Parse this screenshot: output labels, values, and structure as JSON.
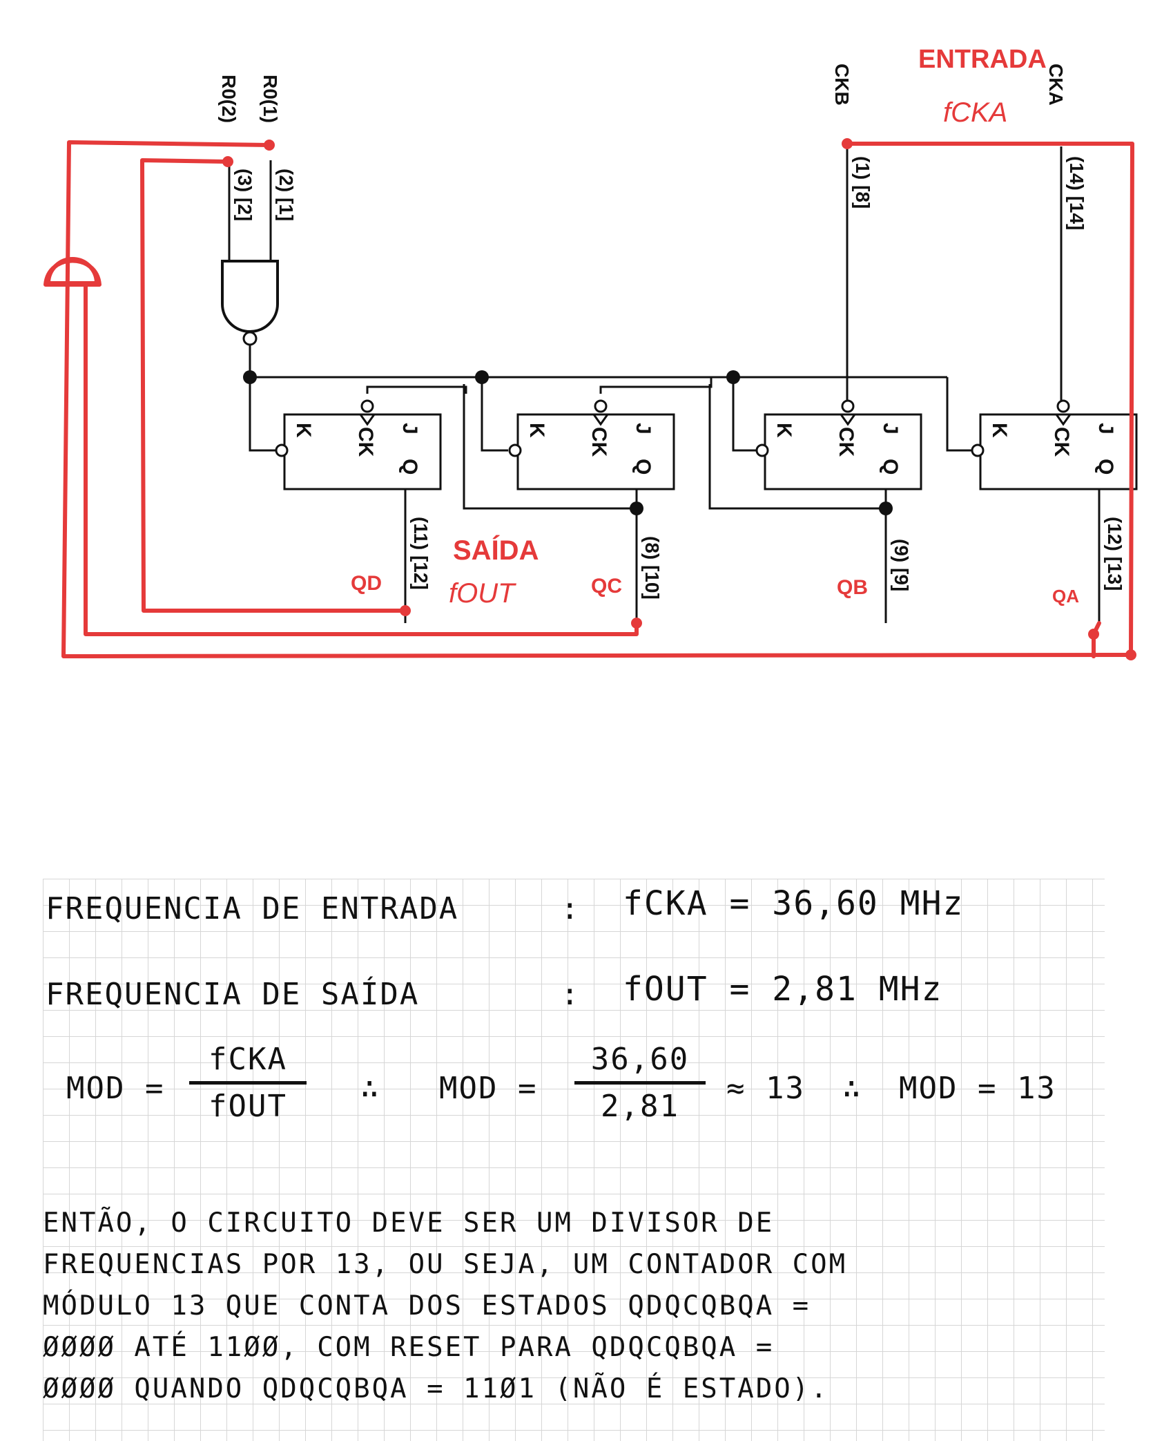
{
  "circuit": {
    "top_labels": {
      "r01": "R0(1)",
      "r02": "R0(2)",
      "ckb": "CKB",
      "cka": "CKA",
      "r01_pin": "(2) [1]",
      "r02_pin": "(3) [2]",
      "ckb_pin": "(1) [8]",
      "cka_pin": "(14) [14]"
    },
    "flipflop_labels": {
      "k": "K",
      "ck": "CK",
      "j": "J",
      "q": "Q"
    },
    "output_pins": [
      "(11) [12]",
      "(8) [10]",
      "(9) [9]",
      "(12) [13]"
    ],
    "output_names": [
      "QD",
      "QC",
      "QB",
      "QA"
    ],
    "annotations": {
      "entrada": "ENTRADA",
      "fcka": "fCKA",
      "saida": "SAÍDA",
      "fout": "fOUT"
    },
    "colors": {
      "wire": "#111111",
      "annotation": "#e53a3a",
      "flipflop_fill": "#ffffff"
    }
  },
  "notes": {
    "line1": {
      "label": "FREQUENCIA DE ENTRADA",
      "sep": ":",
      "expr": "fCKA = 36,60 MHz"
    },
    "line2": {
      "label": "FREQUENCIA DE SAÍDA",
      "sep": ":",
      "expr": "fOUT = 2,81 MHz"
    },
    "line3": {
      "mod": "MOD =",
      "num1": "fCKA",
      "den1": "fOUT",
      "therefore1": "∴",
      "mod2": "MOD =",
      "num2": "36,60",
      "den2": "2,81",
      "approx": "≈ 13",
      "therefore2": "∴",
      "result": "MOD = 13"
    },
    "paragraph": [
      "ENTÃO, O CIRCUITO DEVE SER UM DIVISOR DE",
      "FREQUENCIAS POR 13, OU SEJA, UM CONTADOR COM",
      "MÓDULO 13 QUE CONTA DOS ESTADOS QDQCQBQA =",
      "ØØØØ ATÉ 11ØØ, COM RESET PARA QDQCQBQA =",
      "ØØØØ QUANDO QDQCQBQA = 11Ø1 (NÃO É ESTADO)."
    ]
  }
}
